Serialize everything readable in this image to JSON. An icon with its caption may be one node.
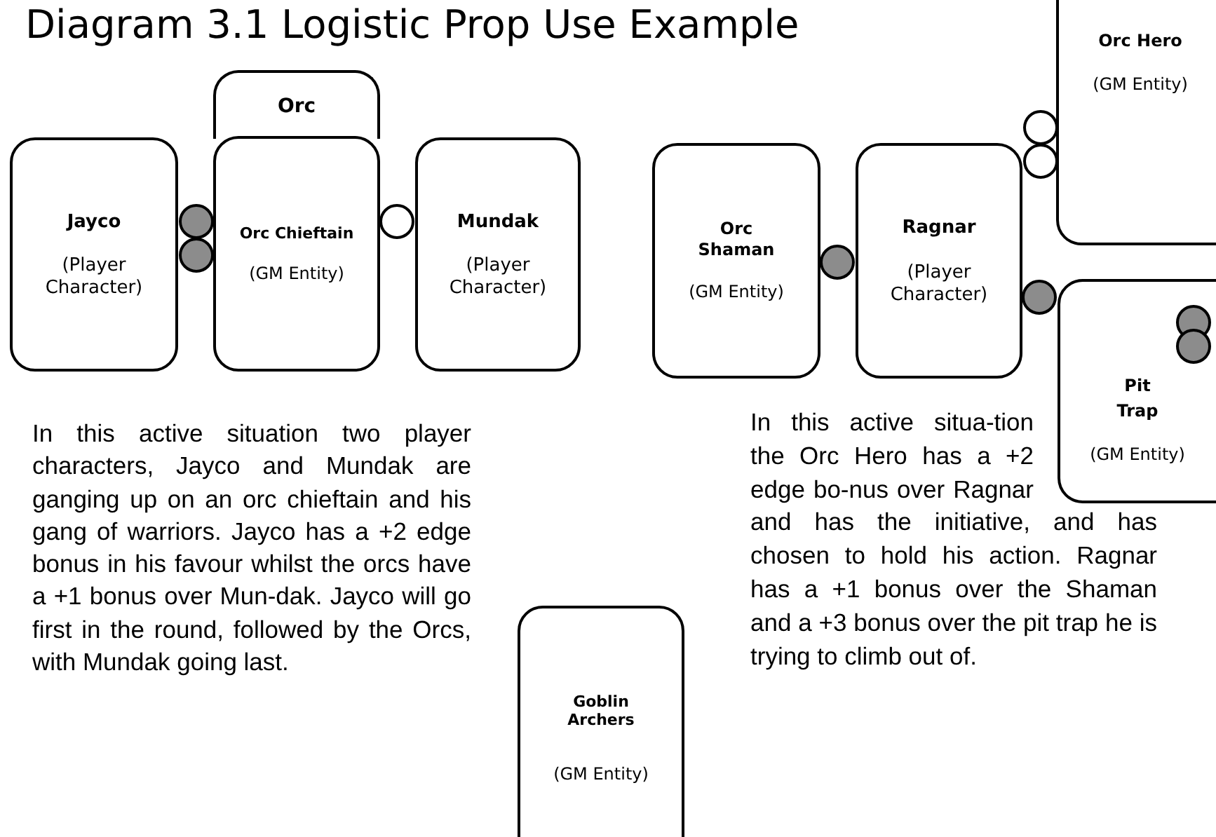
{
  "diagram": {
    "title": "Diagram 3.1 Logistic Prop Use Example",
    "nodes": [
      {
        "text": [
          "Orc"
        ]
      },
      {
        "text": [
          "Jayco",
          "(Player Character)"
        ]
      },
      {
        "text": [
          "Orc Chieftain",
          "(GM Entity)"
        ]
      },
      {
        "text": [
          "Mundak",
          "(Player Character)"
        ]
      },
      {
        "text": [
          "Orc Shaman",
          "(GM Entity)"
        ]
      },
      {
        "text": [
          "Ragnar",
          "(Player Character)"
        ]
      },
      {
        "text": [
          "Orc Hero",
          "(GM Entity)"
        ]
      },
      {
        "text": [
          "Pit Trap",
          "(GM Entity)"
        ]
      },
      {
        "text": [
          "Goblin Archers",
          "(GM Entity)"
        ]
      }
    ],
    "labels": [
      "In this active situation two player characters, Jayco and Mundak are ganging up on an orc chieftain and his gang of warriors. Jayco has a +2 edge bonus in his favour whilst the orcs have a +1 bonus over Mun-dak. Jayco will go first in the round, followed by the Orcs, with Mundak going last.",
      "In this active situa-tion the Orc Hero has a +2 edge bo-nus over Ragnar and has the initiative, and has chosen to hold his action. Ragnar has a +1 bonus over the Shaman and a +3 bonus over the pit trap he is trying to climb out of."
    ]
  }
}
